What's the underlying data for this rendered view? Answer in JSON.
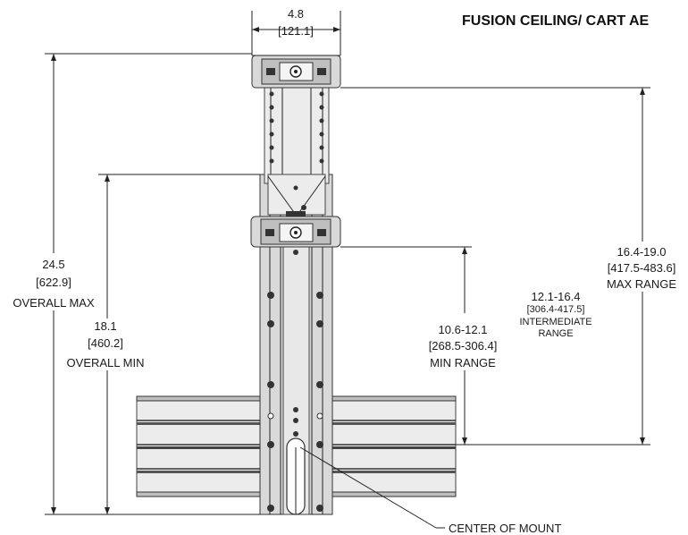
{
  "title": "FUSION CEILING/ CART AE",
  "top_width": {
    "value": "4.8",
    "metric": "[121.1]"
  },
  "overall_max": {
    "value": "24.5",
    "metric": "[622.9]",
    "label": "OVERALL MAX"
  },
  "overall_min": {
    "value": "18.1",
    "metric": "[460.2]",
    "label": "OVERALL MIN"
  },
  "min_range": {
    "value": "10.6-12.1",
    "metric": "[268.5-306.4]",
    "label": "MIN RANGE"
  },
  "intermediate_range": {
    "value": "12.1-16.4",
    "metric": "[306.4-417.5]",
    "label1": "INTERMEDIATE",
    "label2": "RANGE"
  },
  "max_range": {
    "value": "16.4-19.0",
    "metric": "[417.5-483.6]",
    "label": "MAX RANGE"
  },
  "center_label": "CENTER OF MOUNT"
}
